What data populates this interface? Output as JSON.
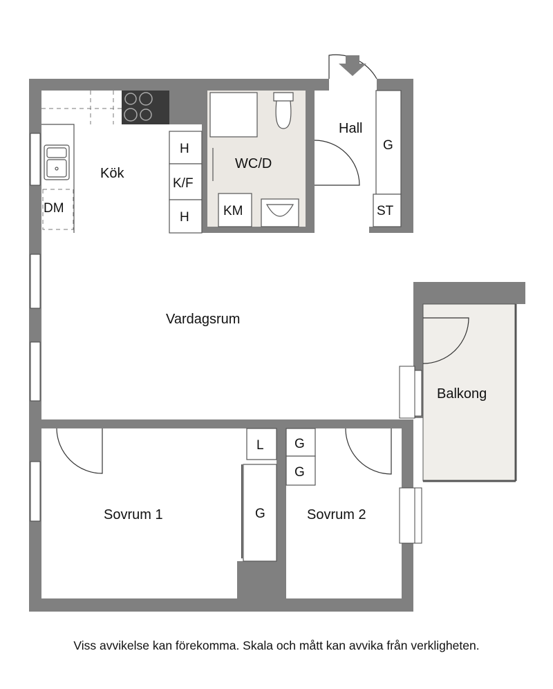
{
  "rooms": {
    "kok": "Kök",
    "hall": "Hall",
    "wc": "WC/D",
    "vardagsrum": "Vardagsrum",
    "balkong": "Balkong",
    "sovrum1": "Sovrum 1",
    "sovrum2": "Sovrum 2"
  },
  "fixtures": {
    "dm": "DM",
    "h_upper": "H",
    "kf": "K/F",
    "h_lower": "H",
    "km": "KM",
    "g_hall": "G",
    "st": "ST",
    "l": "L",
    "g_wardrobe1": "G",
    "g_wardrobe2": "G",
    "g_sovrum1": "G"
  },
  "disclaimer": "Viss avvikelse kan förekomma. Skala och mått kan avvika från verkligheten.",
  "colors": {
    "wall": "#808080",
    "floor": "#ffffff",
    "tiled_floor": "#ebe8e3",
    "balcony_floor": "#f0eeea",
    "outline": "#333333"
  }
}
